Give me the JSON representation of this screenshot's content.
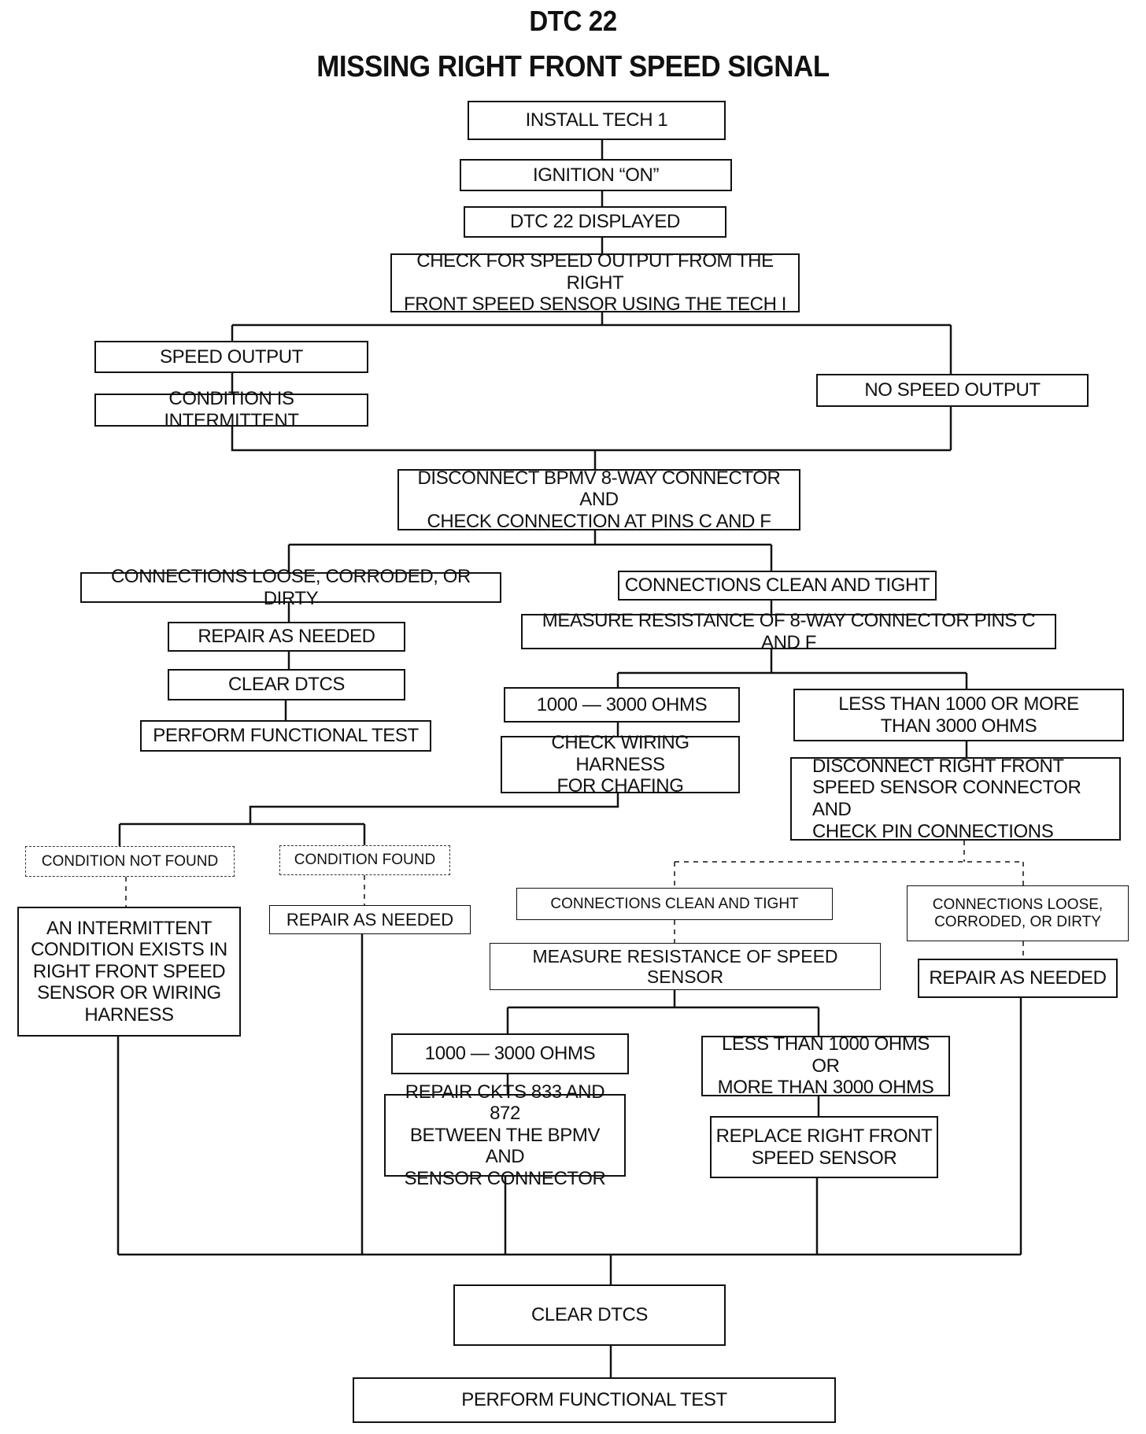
{
  "title": {
    "code": "DTC 22",
    "name": "MISSING RIGHT FRONT SPEED SIGNAL"
  },
  "steps": {
    "install_tech1": "INSTALL TECH 1",
    "ignition_on": "IGNITION “ON”",
    "dtc22_displayed": "DTC 22 DISPLAYED",
    "check_speed_output": "CHECK FOR SPEED OUTPUT FROM THE RIGHT\nFRONT SPEED SENSOR USING THE TECH I",
    "speed_output": "SPEED OUTPUT",
    "condition_intermittent": "CONDITION IS INTERMITTENT",
    "no_speed_output": "NO SPEED OUTPUT",
    "disconnect_bpmv": "DISCONNECT BPMV 8-WAY CONNECTOR AND\nCHECK CONNECTION AT PINS C AND F",
    "bpmv_loose": "CONNECTIONS LOOSE, CORRODED, OR DIRTY",
    "bpmv_repair": "REPAIR AS NEEDED",
    "bpmv_clear": "CLEAR DTCS",
    "bpmv_functional": "PERFORM FUNCTIONAL TEST",
    "bpmv_clean": "CONNECTIONS CLEAN AND TIGHT",
    "measure_8way": "MEASURE RESISTANCE OF 8-WAY CONNECTOR PINS C AND F",
    "ohms_ok_8way": "1000 — 3000 OHMS",
    "check_harness": "CHECK WIRING HARNESS\nFOR CHAFING",
    "ohms_bad_8way": "LESS THAN 1000 OR MORE\nTHAN 3000 OHMS",
    "disconnect_rf": "DISCONNECT RIGHT FRONT\nSPEED SENSOR CONNECTOR AND\nCHECK PIN CONNECTIONS",
    "cond_not_found": "CONDITION NOT FOUND",
    "intermittent_exists": "AN INTERMITTENT\nCONDITION EXISTS IN\nRIGHT FRONT SPEED\nSENSOR OR WIRING\nHARNESS",
    "cond_found": "CONDITION FOUND",
    "harness_repair": "REPAIR AS NEEDED",
    "rf_clean": "CONNECTIONS CLEAN AND TIGHT",
    "measure_sensor": "MEASURE RESISTANCE OF SPEED SENSOR",
    "ohms_ok_sensor": "1000 — 3000 OHMS",
    "repair_ckts": "REPAIR CKTS 833 AND 872\nBETWEEN THE BPMV AND\nSENSOR CONNECTOR",
    "ohms_bad_sensor": "LESS THAN 1000 OHMS OR\nMORE THAN 3000 OHMS",
    "replace_sensor": "REPLACE RIGHT FRONT\nSPEED SENSOR",
    "rf_loose": "CONNECTIONS LOOSE,\nCORRODED, OR DIRTY",
    "rf_repair": "REPAIR AS NEEDED",
    "final_clear": "CLEAR DTCS",
    "final_functional": "PERFORM FUNCTIONAL TEST"
  },
  "colors": {
    "line": "#111111",
    "background": "#ffffff"
  }
}
